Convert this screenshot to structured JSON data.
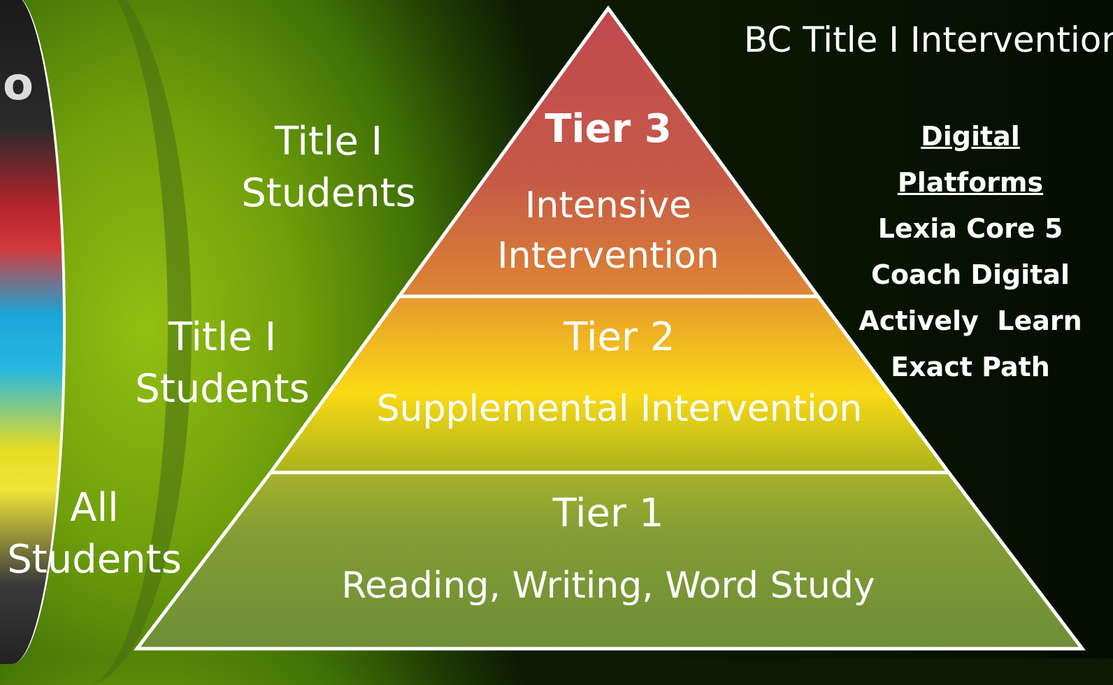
{
  "header": {
    "title": "BC Title I Intervention"
  },
  "side_labels": [
    {
      "line1": "Title I",
      "line2": "Students"
    },
    {
      "line1": "Title I",
      "line2": "Students"
    },
    {
      "line1": "All",
      "line2": "Students"
    }
  ],
  "tiers": [
    {
      "name": "Tier 3",
      "desc_line1": "Intensive",
      "desc_line2": "Intervention",
      "color_top": "#c0484f",
      "color_bottom": "#dd8634"
    },
    {
      "name": "Tier 2",
      "desc_line1": "Supplemental Intervention",
      "color_top": "#ecb31d",
      "color_bottom": "#a8b51c"
    },
    {
      "name": "Tier 1",
      "desc_line1": "Reading, Writing, Word Study",
      "color_top": "#8fa830",
      "color_bottom": "#6e8e32"
    }
  ],
  "platforms": {
    "heading": "Digital Platforms",
    "items": [
      "Lexia Core 5",
      "Coach Digital",
      "Actively  Learn",
      "Exact Path"
    ]
  },
  "background": {
    "photo_letter": "o"
  },
  "colors": {
    "outline": "#ffffff"
  }
}
